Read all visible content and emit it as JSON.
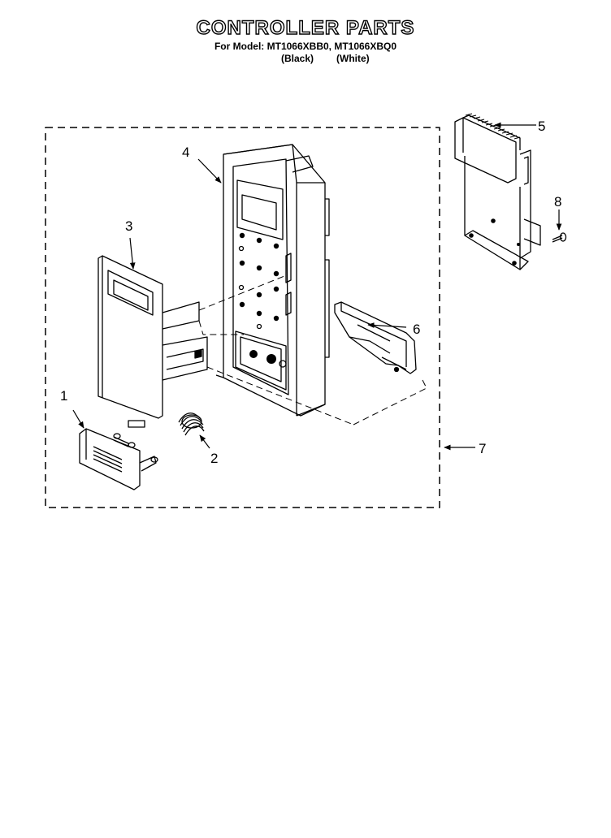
{
  "title": "CONTROLLER PARTS",
  "subtitle": "For Model: MT1066XBB0, MT1066XBQ0",
  "color_black": "(Black)",
  "color_white": "(White)",
  "callouts": {
    "c1": "1",
    "c2": "2",
    "c3": "3",
    "c4": "4",
    "c5": "5",
    "c6": "6",
    "c7": "7",
    "c8": "8"
  }
}
